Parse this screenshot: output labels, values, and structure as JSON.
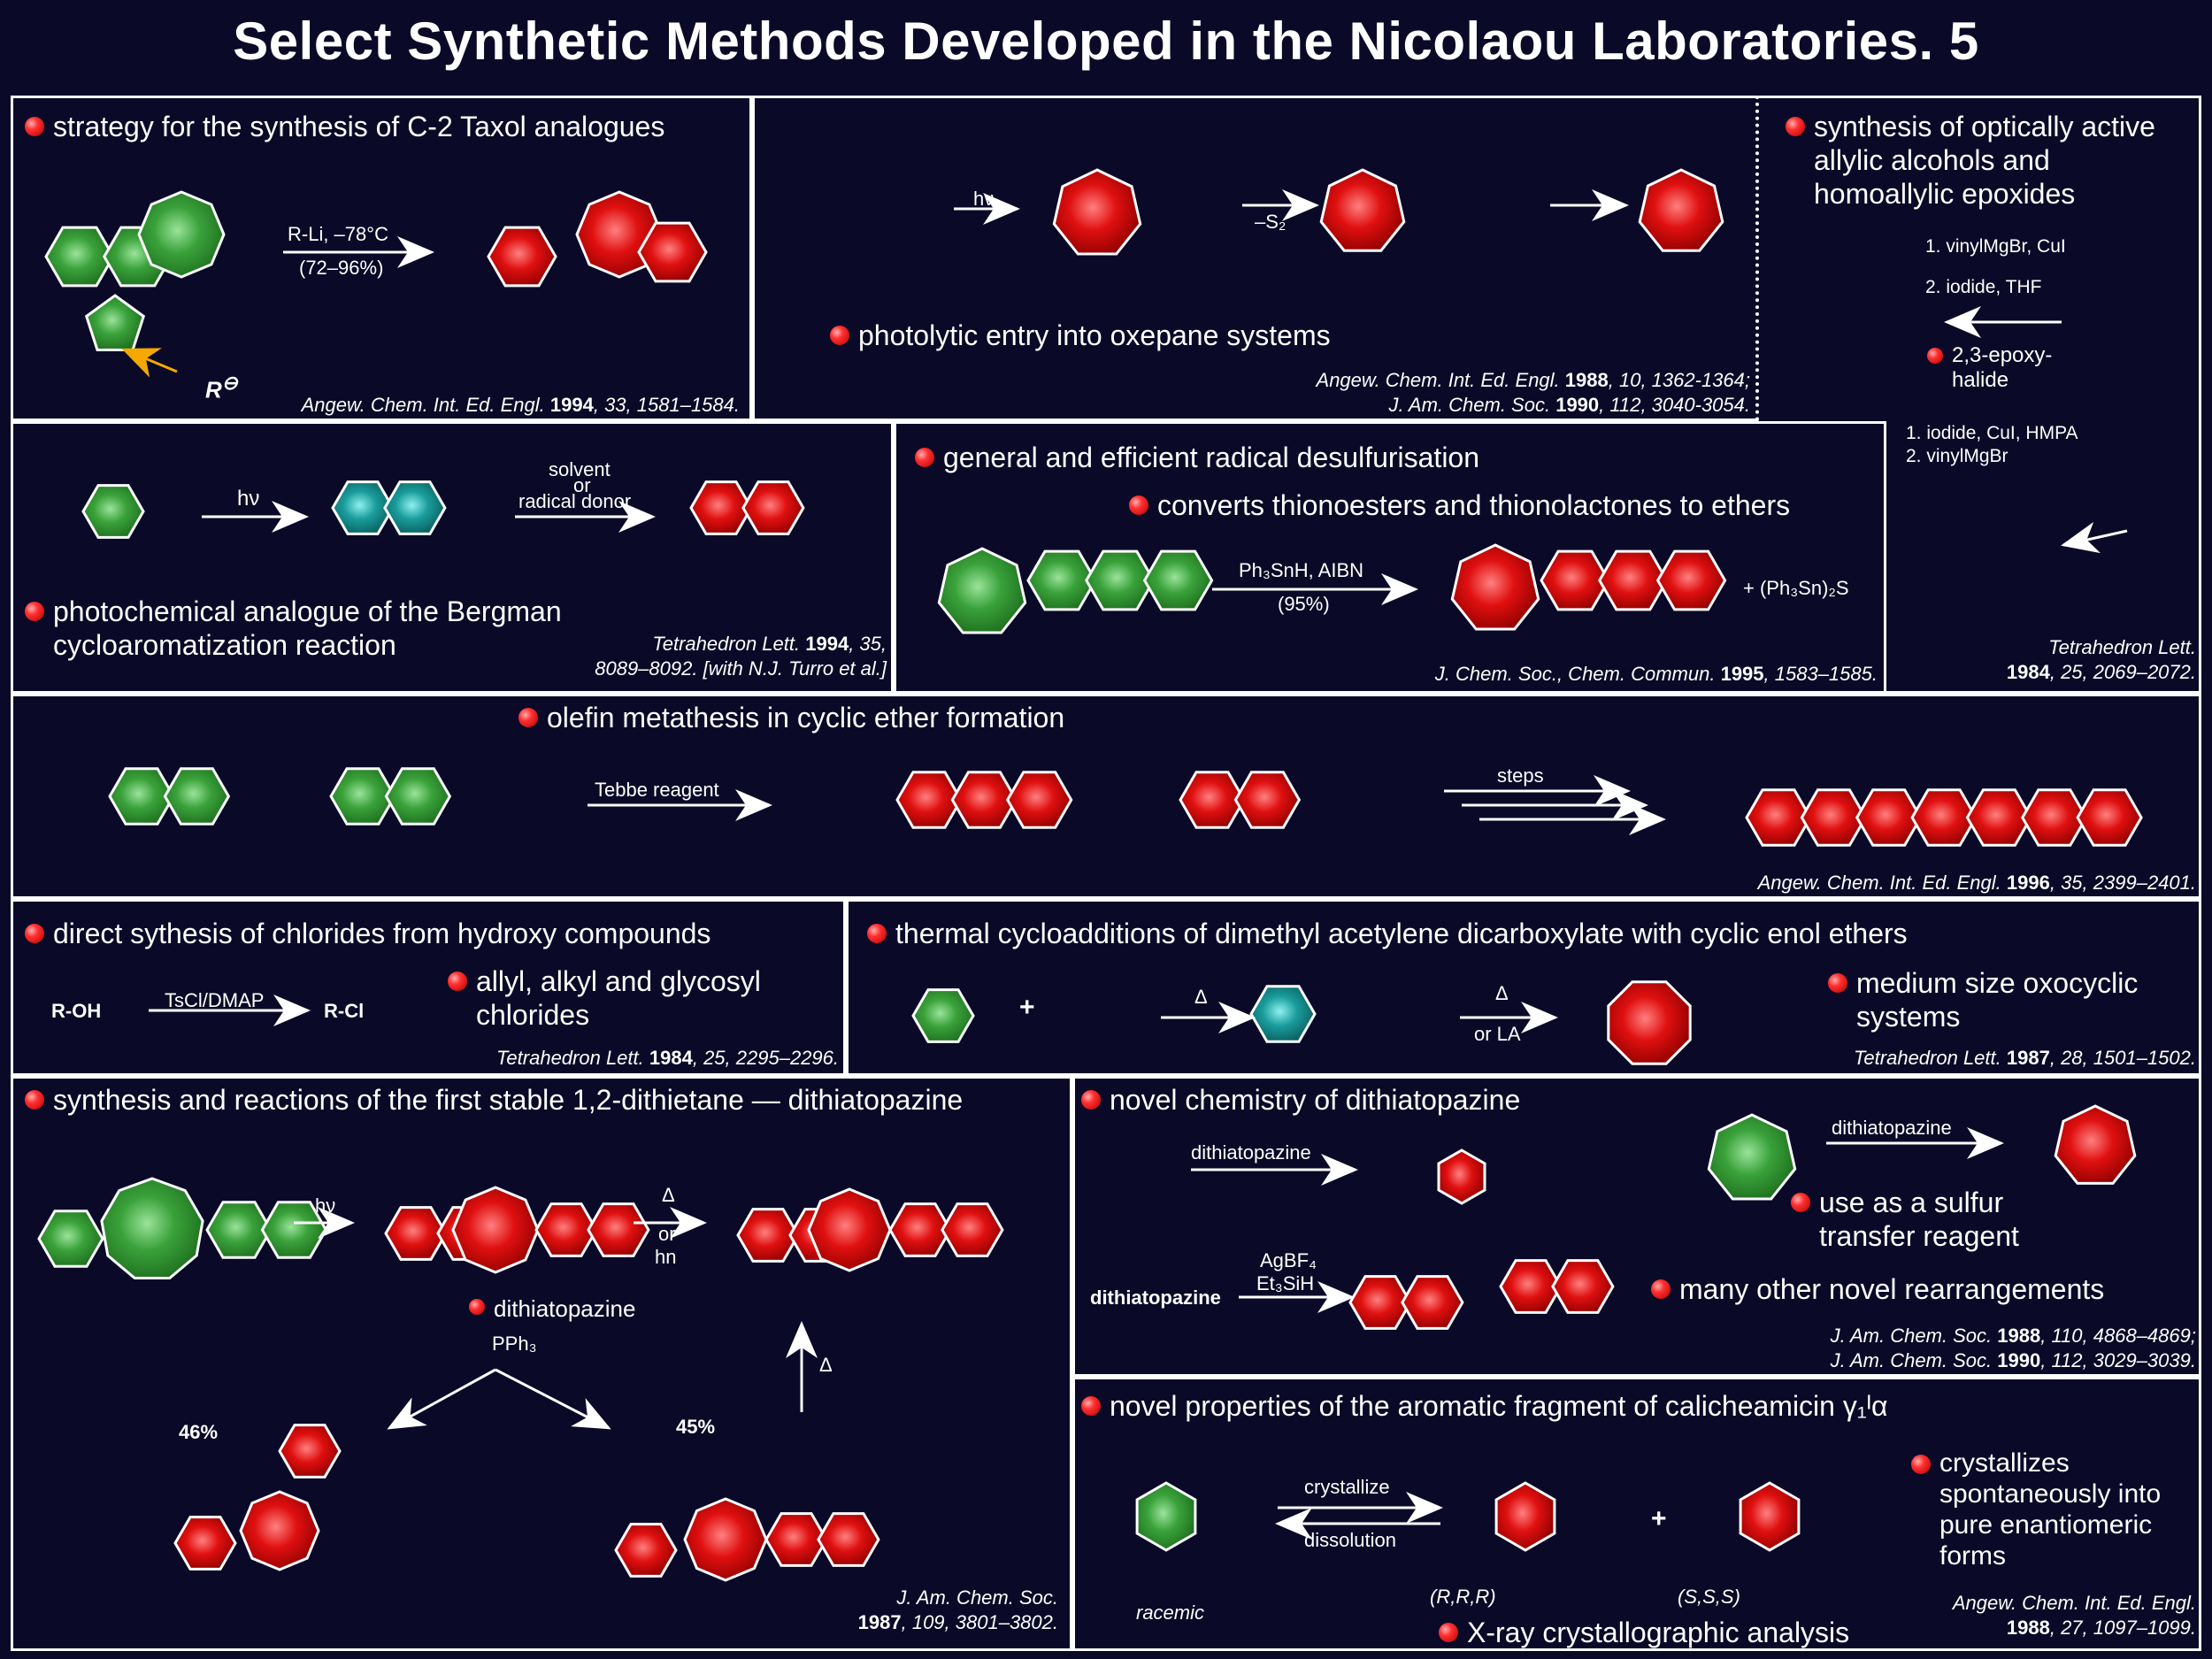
{
  "title": "Select Synthetic Methods Developed in the Nicolaou Laboratories. 5",
  "p1": {
    "bullet": "strategy for the synthesis of C-2 Taxol analogues",
    "reagent": "R-Li, –78°C",
    "yield": "(72–96%)",
    "ref_journal": "Angew. Chem. Int. Ed. Engl.",
    "ref_year": "1994",
    "ref_rest": ", 33, 1581–1584."
  },
  "p2": {
    "bullet": "photolytic entry into oxepane systems",
    "arrow1": "hν",
    "arrow2": "–S₂",
    "ref1_journal": "Angew. Chem. Int. Ed. Engl.",
    "ref1_year": "1988",
    "ref1_rest": ", 10, 1362-1364;",
    "ref2_journal": "J. Am. Chem. Soc.",
    "ref2_year": "1990",
    "ref2_rest": ", 112, 3040-3054."
  },
  "p3": {
    "bullet": "synthesis of optically active allylic alcohols and homoallylic epoxides",
    "step_a": "1. vinylMgBr, CuI",
    "step_b": "2. iodide, THF",
    "bullet2": "2,3-epoxy-halide",
    "step_c": "1. iodide, CuI, HMPA",
    "step_d": "2. vinylMgBr",
    "ref_journal": "Tetrahedron Lett.",
    "ref_year": "1984",
    "ref_rest": ", 25, 2069–2072."
  },
  "p4": {
    "bullet": "photochemical analogue of the Bergman cycloaromatization reaction",
    "arrow1": "hν",
    "arrow2_top": "solvent",
    "arrow2_mid": "or",
    "arrow2_bot": "radical donor",
    "ref_journal": "Tetrahedron Lett.",
    "ref_year": "1994",
    "ref_rest": ", 35,",
    "ref_line2": "8089–8092. [with N.J. Turro et al.]"
  },
  "p5": {
    "bullet": "general and efficient radical desulfurisation",
    "bullet2": "converts thionoesters and thionolactones to ethers",
    "reagent": "Ph₃SnH, AIBN",
    "yield": "(95%)",
    "byproduct": "+ (Ph₃Sn)₂S",
    "ref_journal": "J. Chem. Soc., Chem. Commun.",
    "ref_year": "1995",
    "ref_rest": ", 1583–1585."
  },
  "p6": {
    "bullet": "olefin metathesis in cyclic ether formation",
    "reagent": "Tebbe reagent",
    "steps": "steps",
    "ref_journal": "Angew. Chem. Int. Ed. Engl.",
    "ref_year": "1996",
    "ref_rest": ", 35, 2399–2401."
  },
  "p7": {
    "bullet": "direct sythesis of chlorides from hydroxy compounds",
    "left": "R-OH",
    "reagent": "TsCl/DMAP",
    "right": "R-Cl",
    "bullet2": "allyl, alkyl and glycosyl chlorides",
    "ref_journal": "Tetrahedron Lett.",
    "ref_year": "1984",
    "ref_rest": ", 25, 2295–2296."
  },
  "p8": {
    "bullet": "thermal cycloadditions of dimethyl acetylene dicarboxylate with cyclic enol ethers",
    "arrow1": "Δ",
    "arrow2_top": "Δ",
    "arrow2_bot": "or LA",
    "bullet2": "medium size oxocyclic systems",
    "ref_journal": "Tetrahedron Lett.",
    "ref_year": "1987",
    "ref_rest": ", 28, 1501–1502."
  },
  "p9": {
    "bullet": "synthesis and reactions of the first stable 1,2-dithietane — dithiatopazine",
    "arrow1": "hν",
    "arrow2_top": "Δ",
    "arrow2_mid": "or",
    "arrow2_bot": "hn",
    "bullet2": "dithiatopazine",
    "reagent": "PPh₃",
    "yield1": "46%",
    "yield2": "45%",
    "arrow3": "Δ",
    "ref_journal": "J. Am. Chem. Soc.",
    "ref_year": "1987",
    "ref_rest": ", 109, 3801–3802."
  },
  "p10": {
    "bullet": "novel chemistry of dithiatopazine",
    "reagent1": "dithiatopazine",
    "reagent2": "dithiatopazine",
    "reagent3_a": "AgBF₄",
    "reagent3_b": "Et₃SiH",
    "start3": "dithiatopazine",
    "bullet2": "use as a sulfur transfer reagent",
    "bullet3": "many other novel rearrangements",
    "ref1_journal": "J. Am. Chem. Soc.",
    "ref1_year": "1988",
    "ref1_rest": ", 110, 4868–4869;",
    "ref2_journal": "J. Am. Chem. Soc.",
    "ref2_year": "1990",
    "ref2_rest": ", 112, 3029–3039."
  },
  "p11": {
    "bullet": "novel properties of the aromatic fragment of calicheamicin γ₁ᴵα",
    "fwd": "crystallize",
    "rev": "dissolution",
    "racemic": "racemic",
    "rrr": "(R,R,R)",
    "sss": "(S,S,S)",
    "bullet2": "crystallizes spontaneously into pure enantiomeric forms",
    "bullet3": "X-ray crystallographic analysis",
    "ref_journal": "Angew. Chem. Int. Ed. Engl.",
    "ref_year": "1988",
    "ref_rest": ", 27, 1097–1099."
  },
  "colors": {
    "green": "#3aa23a",
    "red": "#e01010",
    "teal": "#1a9c9c",
    "arrow_orange": "#f5a800"
  }
}
